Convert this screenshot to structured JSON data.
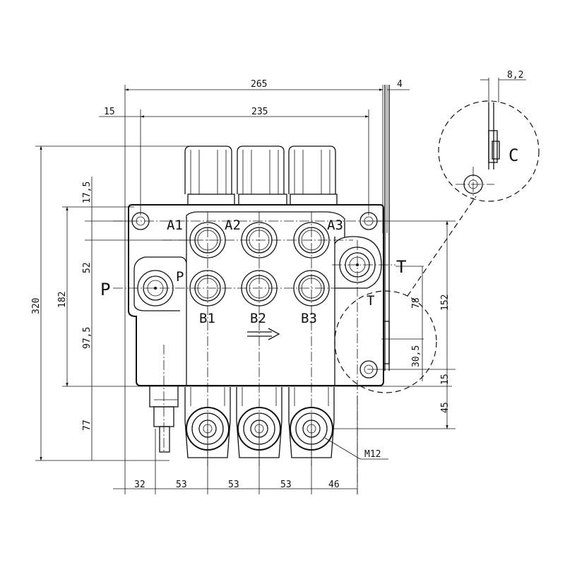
{
  "drawing": {
    "dimensions": {
      "overall_width": "265",
      "side_offset": "4",
      "detail_width": "8,2",
      "left_offset": "15",
      "mount_spacing": "235",
      "overall_height": "320",
      "body_height": "182",
      "top_to_a": "17,5",
      "a_to_p": "52",
      "p_to_bottom": "97,5",
      "lever_length": "77",
      "right_height": "152",
      "t_to_hole": "78",
      "hole_offset": "30,5",
      "hole_to_bottom": "15",
      "lever_right": "45",
      "bottom_1": "32",
      "bottom_2": "53",
      "bottom_3": "53",
      "bottom_4": "53",
      "bottom_5": "46"
    },
    "ports": {
      "a1": "A1",
      "a2": "A2",
      "a3": "A3",
      "b1": "B1",
      "b2": "B2",
      "b3": "B3",
      "p_outer": "P",
      "p_inner": "P",
      "t_outer": "T",
      "t_inner": "T"
    },
    "detail_label": "C",
    "thread_label": "M12"
  }
}
